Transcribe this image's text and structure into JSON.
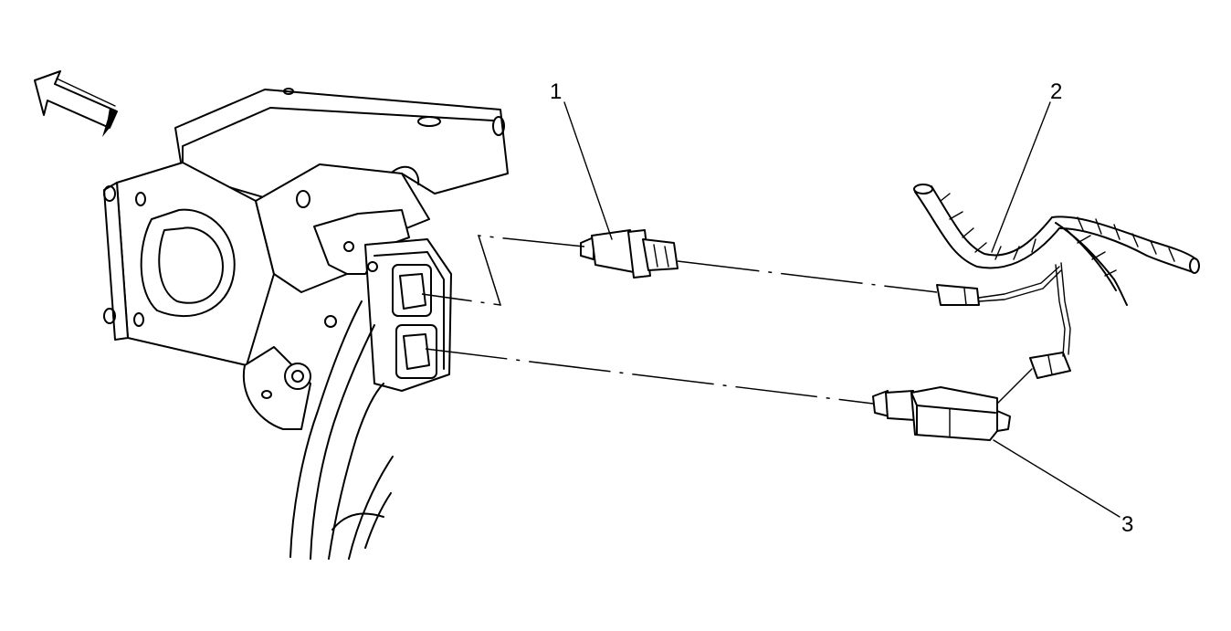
{
  "callouts": {
    "one": "1",
    "two": "2",
    "three": "3"
  },
  "icons": {
    "direction_arrow": "forward-direction-arrow-icon"
  },
  "colors": {
    "line": "#000000",
    "background": "#ffffff"
  }
}
